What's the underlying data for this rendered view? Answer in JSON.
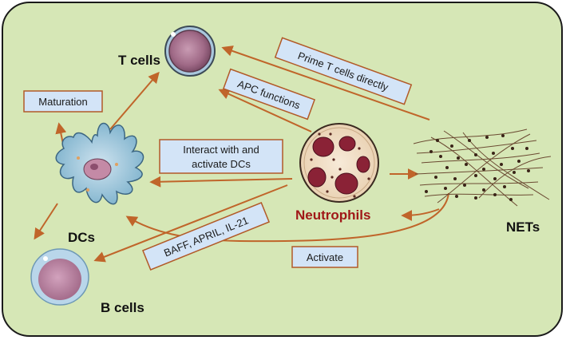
{
  "nodes": {
    "t_cells": "T cells",
    "dcs": "DCs",
    "b_cells": "B cells",
    "neutrophils": "Neutrophils",
    "nets": "NETs"
  },
  "boxes": {
    "maturation": "Maturation",
    "prime_t_cells": "Prime T cells directly",
    "apc_functions": "APC functions",
    "interact_line1": "Interact with and",
    "interact_line2": "activate DCs",
    "baff": "BAFF, APRIL, IL-21",
    "activate": "Activate"
  },
  "colors": {
    "panel_fill": "#d6e7b6",
    "panel_stroke": "#1a1a1a",
    "arrow": "#c0652a",
    "box_fill": "#d3e4f7",
    "box_stroke": "#b25a28",
    "neutrophil_label": "#a01818",
    "label_text": "#111111"
  }
}
